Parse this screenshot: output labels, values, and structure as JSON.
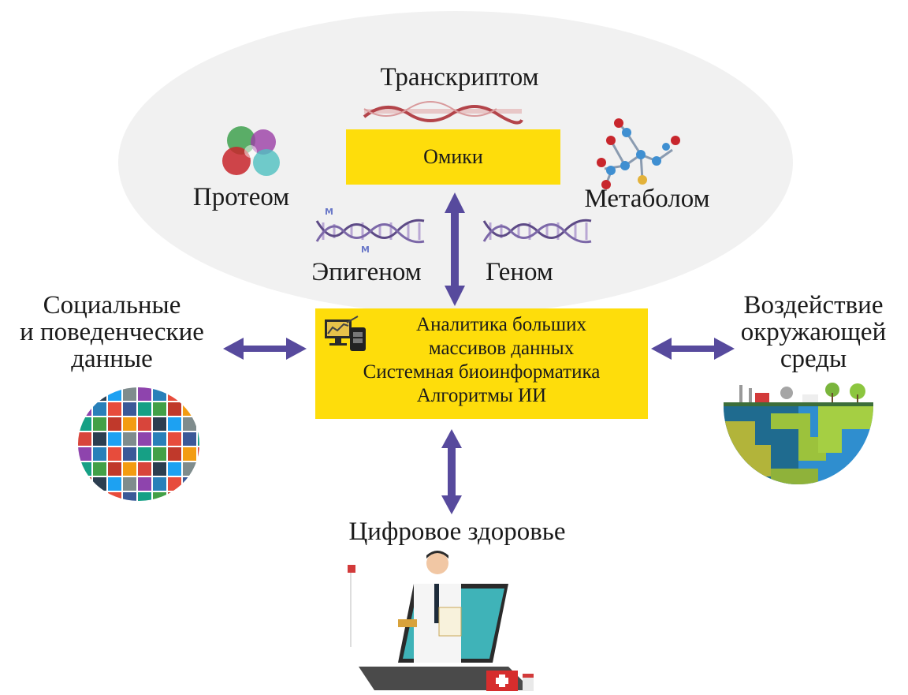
{
  "diagram": {
    "omics_cluster": {
      "center_label": "Омики",
      "items": [
        {
          "id": "transcriptome",
          "label": "Транскриптом",
          "icon": "rna-strand-icon"
        },
        {
          "id": "proteome",
          "label": "Протеом",
          "icon": "protein-structure-icon"
        },
        {
          "id": "metabolome",
          "label": "Метаболом",
          "icon": "molecule-icon"
        },
        {
          "id": "epigenome",
          "label": "Эпигеном",
          "icon": "methylated-dna-icon"
        },
        {
          "id": "genome",
          "label": "Геном",
          "icon": "dna-helix-icon"
        }
      ]
    },
    "central_box": {
      "icon": "analytics-computer-icon",
      "lines": [
        "Аналитика больших",
        "массивов данных",
        "Системная биоинформатика",
        "Алгоритмы ИИ"
      ]
    },
    "left_node": {
      "lines": [
        "Социальные",
        "и поведенческие",
        "данные"
      ],
      "icon": "social-media-globe-icon"
    },
    "right_node": {
      "lines": [
        "Воздействие",
        "окружающей",
        "среды"
      ],
      "icon": "environment-earth-icon"
    },
    "bottom_node": {
      "label": "Цифровое здоровье",
      "icon": "telemedicine-doctor-icon"
    },
    "colors": {
      "box_fill": "#fedd0b",
      "arrow": "#574a9d",
      "cluster_background": "#f1f1f1"
    },
    "connections": [
      {
        "from": "omics",
        "to": "central",
        "type": "bidirectional"
      },
      {
        "from": "left_node",
        "to": "central",
        "type": "bidirectional"
      },
      {
        "from": "central",
        "to": "right_node",
        "type": "bidirectional"
      },
      {
        "from": "central",
        "to": "bottom_node",
        "type": "bidirectional"
      }
    ]
  }
}
